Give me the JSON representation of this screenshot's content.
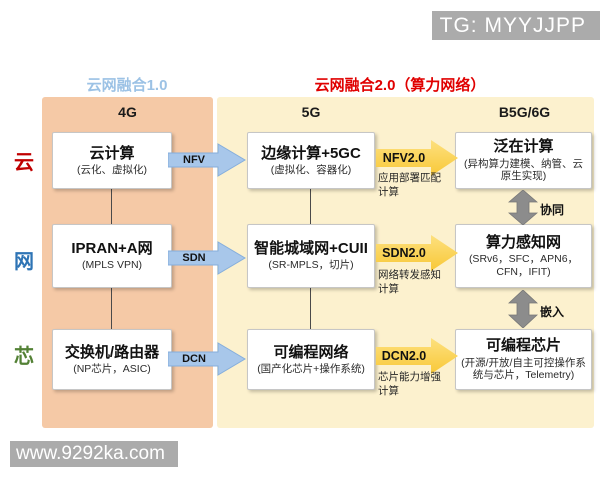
{
  "watermarks": {
    "top": "TG: MYYJJPP",
    "bottom": "www.9292ka.com"
  },
  "titles": {
    "era1": {
      "label": "云网融合1.0",
      "color": "#9CC2E5"
    },
    "era2": {
      "label": "云网融合2.0（算力网络）",
      "color": "#E00000"
    }
  },
  "columns": [
    {
      "label": "4G"
    },
    {
      "label": "5G"
    },
    {
      "label": "B5G/6G"
    }
  ],
  "row_labels": [
    {
      "label": "云",
      "color": "#C00000"
    },
    {
      "label": "网",
      "color": "#2E74B5"
    },
    {
      "label": "芯",
      "color": "#538135"
    }
  ],
  "boxes": {
    "r1c1": {
      "title": "云计算",
      "subtitle": "(云化、虚拟化)"
    },
    "r1c2": {
      "title": "边缘计算+5GC",
      "subtitle": "(虚拟化、容器化)"
    },
    "r1c3": {
      "title": "泛在计算",
      "subtitle": "(异构算力建模、纳管、云原生实现)"
    },
    "r2c1": {
      "title": "IPRAN+A网",
      "subtitle": "(MPLS VPN)"
    },
    "r2c2": {
      "title": "智能城域网+CUII",
      "subtitle": "(SR-MPLS，切片)"
    },
    "r2c3": {
      "title": "算力感知网",
      "subtitle": "(SRv6，SFC，APN6，CFN，IFIT)"
    },
    "r3c1": {
      "title": "交换机/路由器",
      "subtitle": "(NP芯片，ASIC)"
    },
    "r3c2": {
      "title": "可编程网络",
      "subtitle": "(国产化芯片+操作系统)"
    },
    "r3c3": {
      "title": "可编程芯片",
      "subtitle": "(开源/开放/自主可控操作系统与芯片，Telemetry)"
    }
  },
  "arrows": {
    "blue": [
      {
        "label": "NFV"
      },
      {
        "label": "SDN"
      },
      {
        "label": "DCN"
      }
    ],
    "yellow": [
      {
        "label": "NFV2.0",
        "caption": "应用部署匹配计算"
      },
      {
        "label": "SDN2.0",
        "caption": "网络转发感知计算"
      },
      {
        "label": "DCN2.0",
        "caption": "芯片能力增强计算"
      }
    ],
    "gray": [
      {
        "label": "协同"
      },
      {
        "label": "嵌入"
      }
    ]
  },
  "colors": {
    "panel_4g": "#F5C9A6",
    "panel_5g_6g": "#FCF1CE",
    "blue_arrow": "#A8C7EA",
    "yellow_arrow_top": "#FDE07E",
    "yellow_arrow_bottom": "#F8C838",
    "gray_arrow": "#8C8C8C",
    "watermark_bg": "#ABABAB"
  }
}
